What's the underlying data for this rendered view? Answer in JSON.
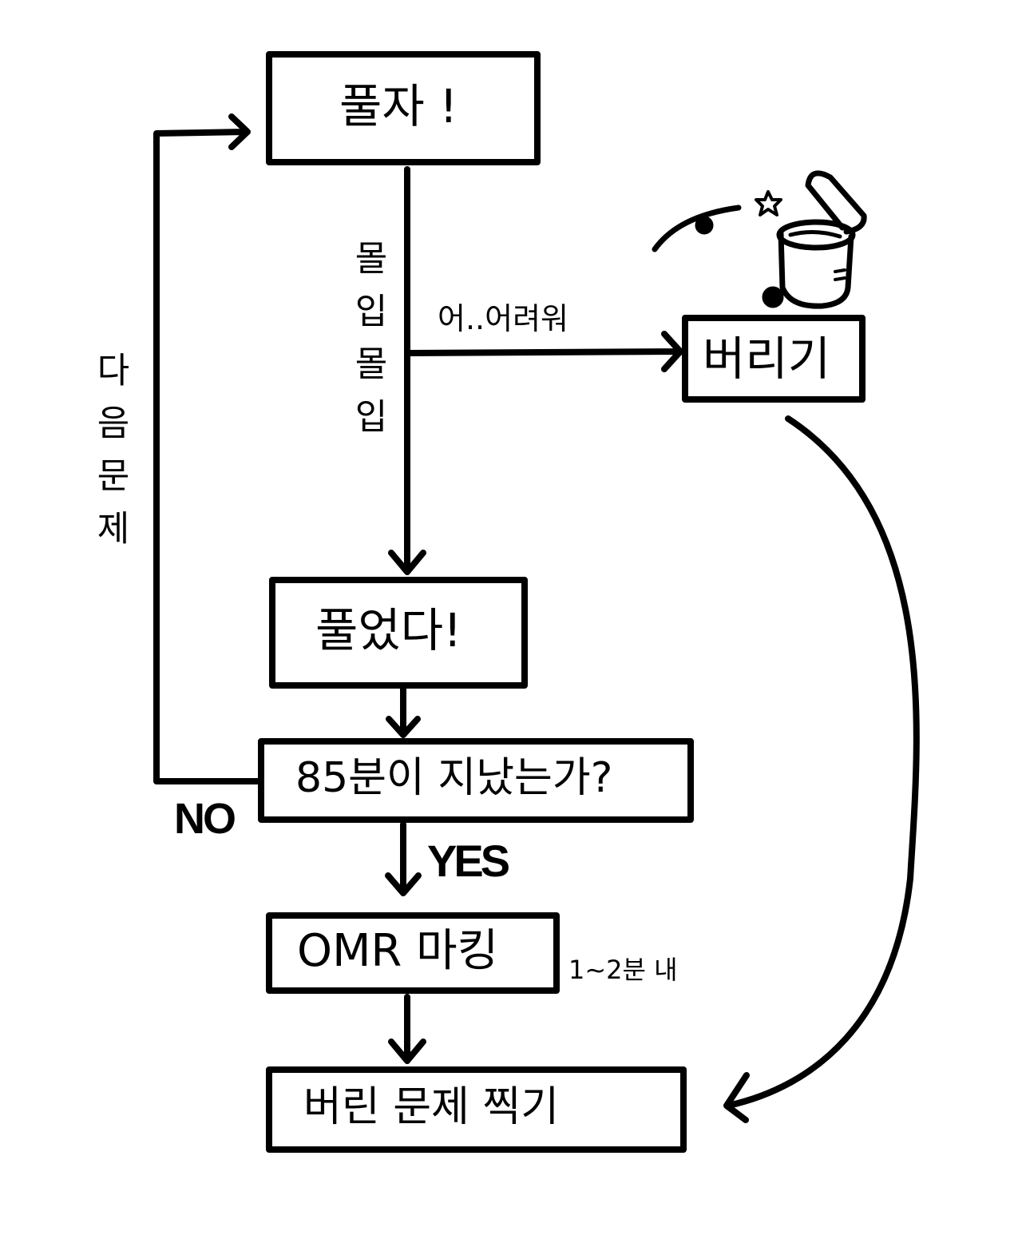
{
  "nodes": {
    "start": "풀자 !",
    "solved": "풀었다!",
    "decision": "85분이 지났는가?",
    "omr": "OMR 마킹",
    "guess": "버린 문제 찍기",
    "discard": "버리기"
  },
  "edge_labels": {
    "focus": "몰입몰입",
    "hard": "어..어려워",
    "next_problem": "다음문제",
    "no": "NO",
    "yes": "YES",
    "omr_time": "1~2분 내"
  },
  "colors": {
    "ink": "#000000",
    "background": "#ffffff"
  },
  "icons": [
    "trash-can-icon",
    "star-icon"
  ]
}
